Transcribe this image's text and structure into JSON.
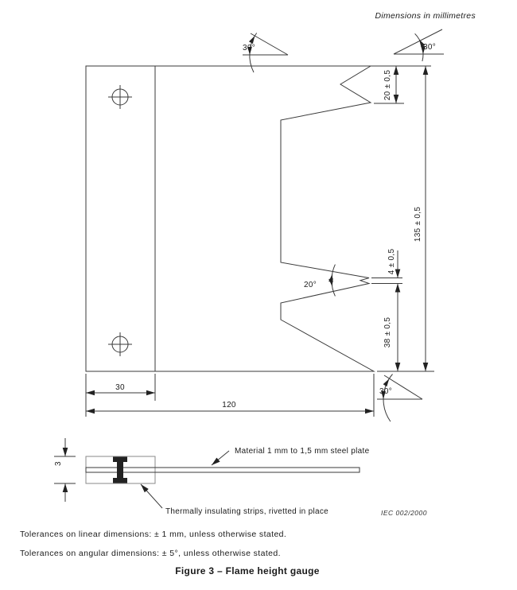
{
  "page": {
    "units_note": "Dimensions in millimetres",
    "tolerance_note_linear": "Tolerances on linear dimensions: ± 1 mm, unless otherwise stated.",
    "tolerance_note_angular": "Tolerances on angular dimensions: ± 5°, unless otherwise stated.",
    "figure_caption": "Figure 3 – Flame height gauge",
    "drawing_ref": "IEC  002/2000"
  },
  "drawing": {
    "labels": {
      "angle_top_left": "30°",
      "angle_top_right": "30°",
      "notch_depth": "20 ± 0,5",
      "overall_height": "135 ± 0,5",
      "tip_gap": "4 ± 0,5",
      "tooth_to_base": "38 ± 0,5",
      "angle_tooth": "20°",
      "angle_bottom_right": "30°",
      "strip_width": "30",
      "overall_width": "120",
      "side_thickness": "3",
      "material_note": "Material 1 mm to 1,5 mm steel plate",
      "insulation_note": "Thermally insulating strips, rivetted in place"
    }
  }
}
